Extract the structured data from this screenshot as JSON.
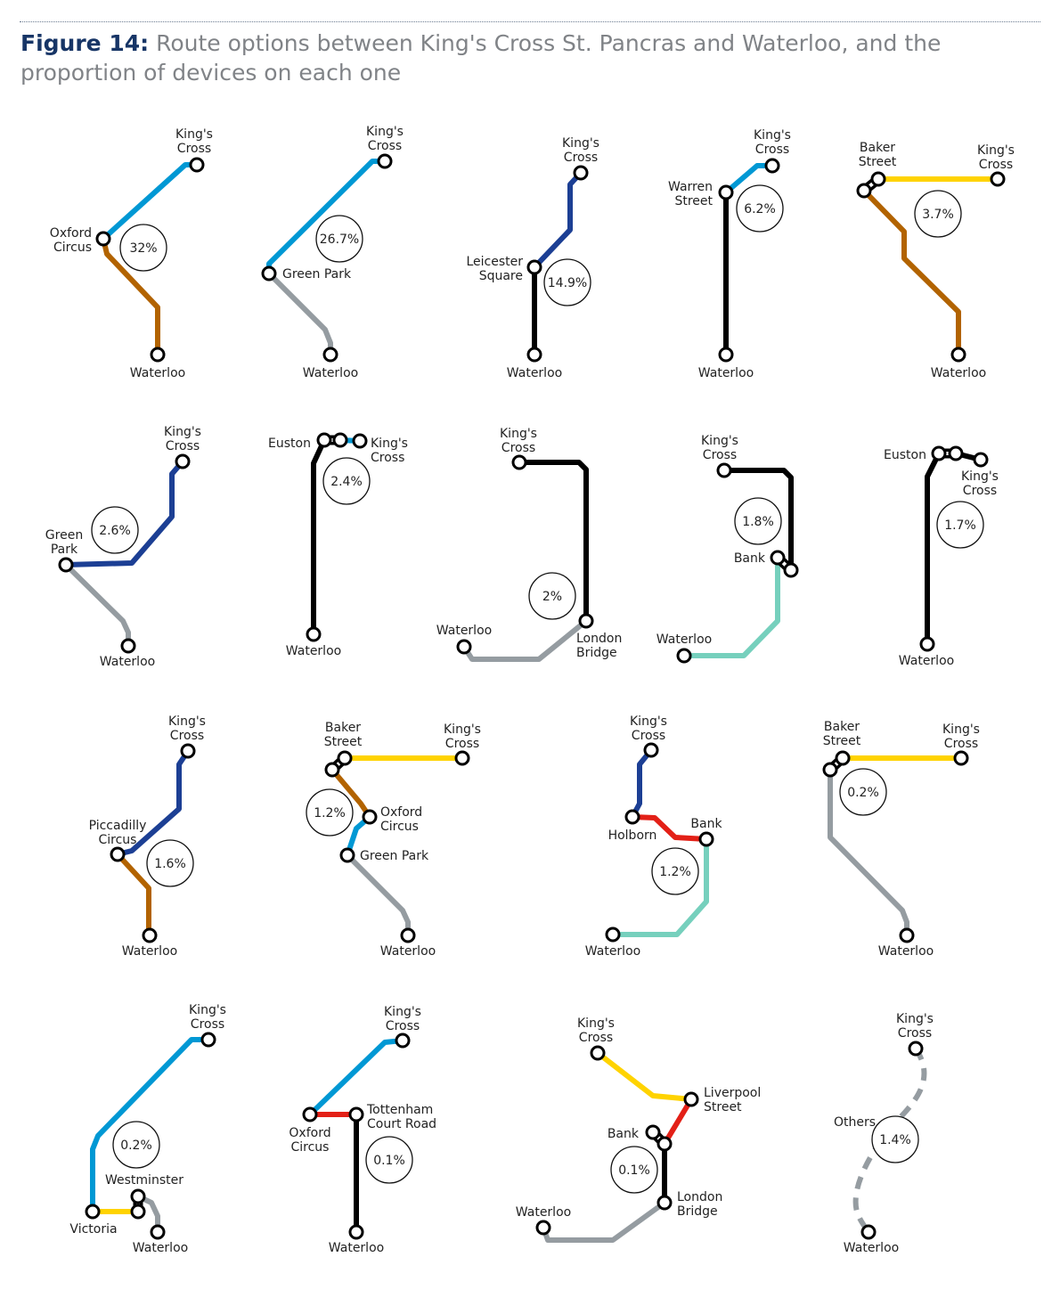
{
  "title": {
    "figure": "Figure 14:",
    "caption": "Route options between King's Cross St. Pancras and Waterloo, and the proportion of devices on each one"
  },
  "colors": {
    "victoria": "#0098d4",
    "bakerloo": "#b26300",
    "piccadilly": "#1c3f94",
    "northern": "#000000",
    "jubilee": "#959ca1",
    "circle": "#ffd300",
    "central": "#e32017",
    "waterloo_city": "#76d0bd",
    "title_accent": "#173566"
  },
  "routes": [
    {
      "percent": "32%",
      "stations": [
        "King's Cross",
        "Oxford Circus",
        "Waterloo"
      ]
    },
    {
      "percent": "26.7%",
      "stations": [
        "King's Cross",
        "Green Park",
        "Waterloo"
      ]
    },
    {
      "percent": "14.9%",
      "stations": [
        "King's Cross",
        "Leicester Square",
        "Waterloo"
      ]
    },
    {
      "percent": "6.2%",
      "stations": [
        "King's Cross",
        "Warren Street",
        "Waterloo"
      ]
    },
    {
      "percent": "3.7%",
      "stations": [
        "Baker Street",
        "King's Cross",
        "Waterloo"
      ]
    },
    {
      "percent": "2.6%",
      "stations": [
        "King's Cross",
        "Green Park",
        "Waterloo"
      ]
    },
    {
      "percent": "2.4%",
      "stations": [
        "Euston",
        "King's Cross",
        "Waterloo"
      ]
    },
    {
      "percent": "2%",
      "stations": [
        "King's Cross",
        "London Bridge",
        "Waterloo"
      ]
    },
    {
      "percent": "1.8%",
      "stations": [
        "King's Cross",
        "Bank",
        "Waterloo"
      ]
    },
    {
      "percent": "1.7%",
      "stations": [
        "Euston",
        "King's Cross",
        "Waterloo"
      ]
    },
    {
      "percent": "1.6%",
      "stations": [
        "King's Cross",
        "Piccadilly Circus",
        "Waterloo"
      ]
    },
    {
      "percent": "1.2%",
      "stations": [
        "Baker Street",
        "King's Cross",
        "Oxford Circus",
        "Green Park",
        "Waterloo"
      ]
    },
    {
      "percent": "1.2%",
      "stations": [
        "King's Cross",
        "Holborn",
        "Bank",
        "Waterloo"
      ]
    },
    {
      "percent": "0.2%",
      "stations": [
        "Baker Street",
        "King's Cross",
        "Waterloo"
      ]
    },
    {
      "percent": "0.2%",
      "stations": [
        "King's Cross",
        "Westminster",
        "Victoria",
        "Waterloo"
      ]
    },
    {
      "percent": "0.1%",
      "stations": [
        "King's Cross",
        "Oxford Circus",
        "Tottenham Court Road",
        "Waterloo"
      ]
    },
    {
      "percent": "0.1%",
      "stations": [
        "King's Cross",
        "Liverpool Street",
        "Bank",
        "London Bridge",
        "Waterloo"
      ]
    },
    {
      "percent": "1.4%",
      "stations": [
        "King's Cross",
        "Others",
        "Waterloo"
      ]
    }
  ]
}
